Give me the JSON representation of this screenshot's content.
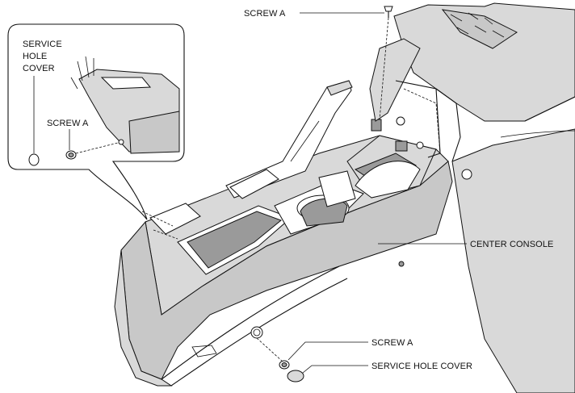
{
  "labels": {
    "screw_a_top": "SCREW A",
    "center_console": "CENTER CONSOLE",
    "screw_a_bottom": "SCREW A",
    "service_hole_cover_bottom": "SERVICE HOLE COVER",
    "inset_service_line1": "SERVICE",
    "inset_service_line2": "HOLE",
    "inset_service_line3": "COVER",
    "inset_screw_a": "SCREW A"
  }
}
